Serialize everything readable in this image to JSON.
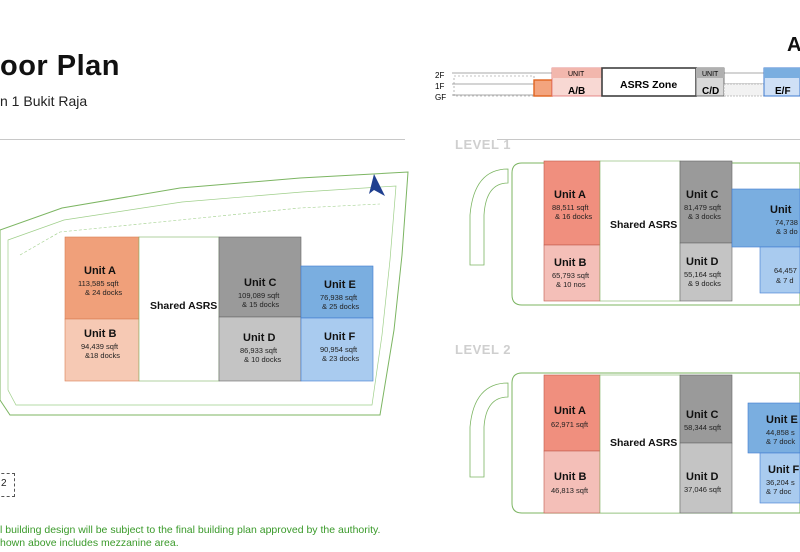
{
  "title": "oor Plan",
  "subtitle": "n 1 Bukit Raja",
  "corner_letter": "A",
  "section": {
    "floors": [
      "2F",
      "1F",
      "GF"
    ],
    "zones": {
      "ab": "A/B",
      "asrs": "ASRS Zone",
      "cd": "C/D",
      "ef": "E/F",
      "unit_small_1": "UNIT",
      "unit_small_2": "UNIT"
    }
  },
  "levels": {
    "level1": "LEVEL 1",
    "level2": "LEVEL 2"
  },
  "site": {
    "shared": "Shared ASRS",
    "units": [
      {
        "name": "Unit A",
        "line1": "113,585 sqft",
        "line2": "& 24 docks"
      },
      {
        "name": "Unit B",
        "line1": "94,439 sqft",
        "line2": "&18 docks"
      },
      {
        "name": "Unit C",
        "line1": "109,089 sqft",
        "line2": "& 15 docks"
      },
      {
        "name": "Unit D",
        "line1": "86,933 sqft",
        "line2": "& 10 docks"
      },
      {
        "name": "Unit E",
        "line1": "76,938 sqft",
        "line2": "& 25 docks"
      },
      {
        "name": "Unit F",
        "line1": "90,954 sqft",
        "line2": "& 23 docks"
      }
    ]
  },
  "level1": {
    "shared": "Shared ASRS",
    "units": [
      {
        "name": "Unit A",
        "line1": "88,511 sqft",
        "line2": "& 16 docks"
      },
      {
        "name": "Unit B",
        "line1": "65,793 sqft",
        "line2": "& 10 nos"
      },
      {
        "name": "Unit C",
        "line1": "81,479 sqft",
        "line2": "& 3 docks"
      },
      {
        "name": "Unit D",
        "line1": "55,164 sqft",
        "line2": "& 9 docks"
      },
      {
        "name": "Unit",
        "line1": "74,738",
        "line2": "& 3 do"
      },
      {
        "name": "",
        "line1": "64,457",
        "line2": "& 7 d"
      }
    ]
  },
  "level2": {
    "shared": "Shared ASRS",
    "units": [
      {
        "name": "Unit A",
        "line1": "62,971 sqft",
        "line2": ""
      },
      {
        "name": "Unit B",
        "line1": "46,813 sqft",
        "line2": ""
      },
      {
        "name": "Unit C",
        "line1": "58,344 sqft",
        "line2": ""
      },
      {
        "name": "Unit D",
        "line1": "37,046 sqft",
        "line2": ""
      },
      {
        "name": "Unit E",
        "line1": "44,858 s",
        "line2": "& 7 dock"
      },
      {
        "name": "Unit F",
        "line1": "36,204 s",
        "line2": "& 7 doc"
      }
    ]
  },
  "legend_char": "2",
  "notes": [
    "l building design will be subject to the final building plan approved by the authority.",
    "hown above includes mezzanine area."
  ],
  "colors": {
    "unit_a": "#f0a07a",
    "unit_b": "#f6c9b4",
    "unit_a_l": "#f08f7e",
    "unit_b_l": "#f4bfb8",
    "unit_c": "#9a9a9a",
    "unit_d": "#c4c4c4",
    "unit_e": "#7aaee0",
    "unit_f": "#a9cbef",
    "outline": "#7cb562",
    "asrs_frame": "#404040"
  }
}
